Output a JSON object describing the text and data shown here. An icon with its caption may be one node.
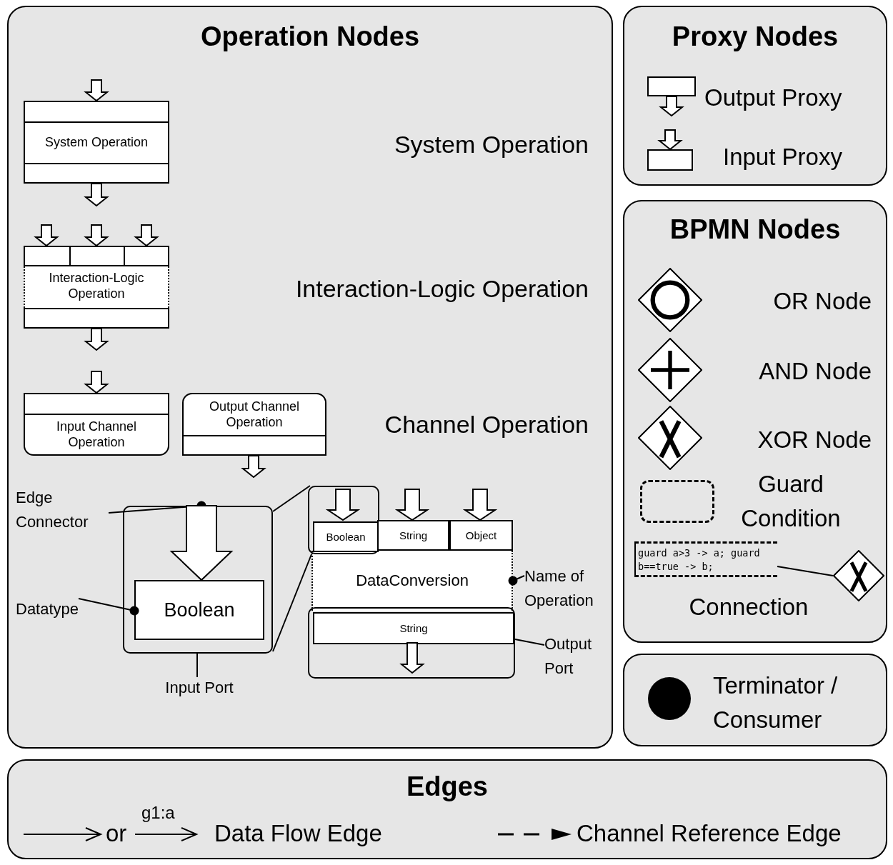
{
  "diagram": {
    "nodes": [
      {
        "text": [
          "Operation Nodes"
        ]
      },
      {
        "text": [
          "System Operation"
        ],
        "in": 0
      },
      {
        "text": [
          "Interaction-Logic Operation"
        ],
        "in": 0
      },
      {
        "text": [
          "Input Channel Operation"
        ],
        "in": 0
      },
      {
        "text": [
          "Output Channel Operation"
        ],
        "in": 0
      },
      {
        "text": [
          "Edge Connector"
        ],
        "in": 0
      },
      {
        "text": [],
        "shape": "box",
        "in": 0
      },
      {
        "text": [
          "Boolean"
        ],
        "in": 6
      },
      {
        "text": [
          "Datatype"
        ],
        "in": 0
      },
      {
        "text": [
          "DataConversion"
        ],
        "in": 0
      },
      {
        "text": [
          "Boolean"
        ],
        "in": 13
      },
      {
        "text": [
          "String"
        ],
        "in": 0
      },
      {
        "text": [
          "Object"
        ],
        "in": 0
      },
      {
        "text": [],
        "shape": "box",
        "in": 0
      },
      {
        "text": [
          "Name of Operation"
        ],
        "in": 0
      },
      {
        "text": [
          "String"
        ],
        "in": 16
      },
      {
        "text": [],
        "shape": "box",
        "in": 0
      },
      {
        "text": [
          "Output Port"
        ],
        "in": 0
      },
      {
        "text": [
          "Input Port"
        ],
        "in": 0
      },
      {
        "text": [
          "Proxy Nodes"
        ]
      },
      {
        "text": [],
        "shape": "box",
        "in": 19,
        "beside": [
          "Output Proxy"
        ]
      },
      {
        "text": [],
        "shape": "box",
        "in": 19,
        "beside": [
          "Input Proxy"
        ]
      },
      {
        "text": [
          "BPMN Nodes"
        ]
      },
      {
        "text": [],
        "shape": "diamond",
        "in": 22,
        "beside": [
          "OR Node"
        ]
      },
      {
        "text": [],
        "shape": "diamond",
        "in": 22,
        "beside": [
          "AND Node"
        ]
      },
      {
        "text": [],
        "shape": "diamond",
        "in": 22,
        "beside": [
          "XOR Node"
        ]
      },
      {
        "text": [],
        "shape": "box",
        "in": 22
      },
      {
        "text": [
          "guard a>3 -> a; guard b==true -> b;"
        ],
        "in": 22,
        "beside": [
          "Connection"
        ]
      },
      {
        "text": [],
        "shape": "diamond",
        "in": 22
      },
      {
        "text": [],
        "shape": "box"
      },
      {
        "text": [],
        "shape": "circle",
        "in": 29,
        "beside": [
          "Terminator / Consumer"
        ]
      },
      {
        "text": [
          "Edges"
        ]
      }
    ],
    "edges": [
      {
        "from": null,
        "to": 1,
        "arrow": "to"
      },
      {
        "from": 1,
        "to": null,
        "arrow": "to"
      },
      {
        "from": null,
        "to": 2,
        "arrow": "to"
      },
      {
        "from": null,
        "to": 2,
        "arrow": "to"
      },
      {
        "from": null,
        "to": 2,
        "arrow": "to"
      },
      {
        "from": 2,
        "to": null,
        "arrow": "to"
      },
      {
        "from": null,
        "to": 3,
        "arrow": "to"
      },
      {
        "from": 4,
        "to": null,
        "arrow": "to"
      },
      {
        "from": 5,
        "to": 6,
        "arrow": "other"
      },
      {
        "from": null,
        "to": 7,
        "arrow": "to"
      },
      {
        "from": 8,
        "to": 7,
        "arrow": "other"
      },
      {
        "from": null,
        "to": 10,
        "arrow": "to"
      },
      {
        "from": null,
        "to": 11,
        "arrow": "to"
      },
      {
        "from": null,
        "to": 12,
        "arrow": "to"
      },
      {
        "from": 14,
        "to": 9,
        "arrow": "other"
      },
      {
        "from": 15,
        "to": null,
        "arrow": "to"
      },
      {
        "from": 17,
        "to": 16,
        "arrow": "none"
      },
      {
        "from": 18,
        "to": 6,
        "arrow": "none"
      },
      {
        "from": 13,
        "to": 6,
        "arrow": "none"
      },
      {
        "from": 13,
        "to": 6,
        "arrow": "none"
      },
      {
        "from": 20,
        "to": null,
        "arrow": "to"
      },
      {
        "from": null,
        "to": 21,
        "arrow": "to"
      },
      {
        "from": 27,
        "to": 28,
        "arrow": "none"
      }
    ],
    "labels": [
      "System Operation",
      "Interaction-Logic Operation",
      "Channel Operation",
      "Guard Condition",
      "or",
      "g1:a"
    ],
    "legend": [
      {
        "text": "Data Flow Edge"
      },
      {
        "text": "Channel Reference Edge"
      }
    ]
  }
}
